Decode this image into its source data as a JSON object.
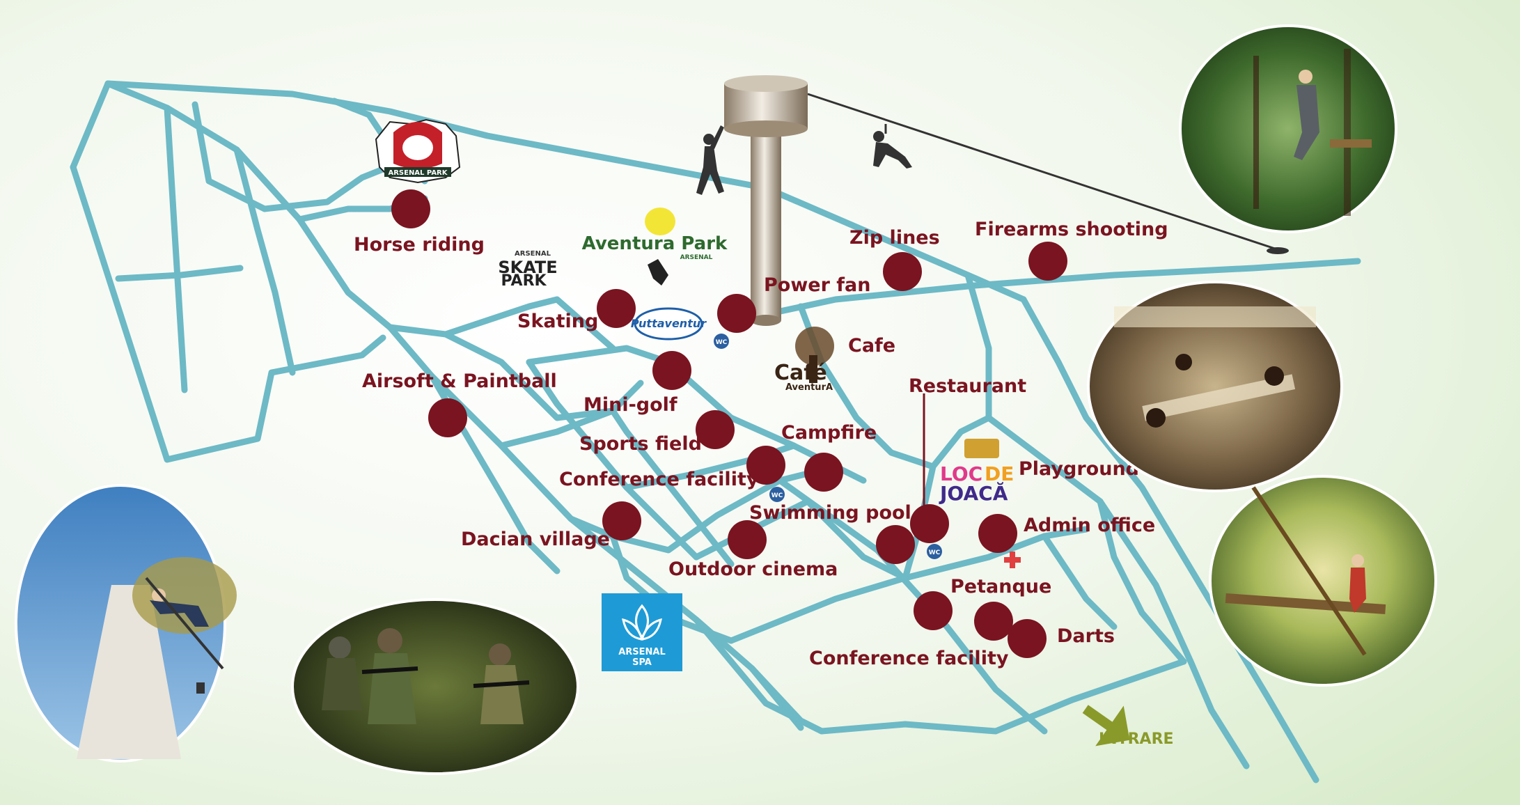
{
  "map": {
    "attractions": [
      {
        "id": "horse-riding",
        "label": "Horse riding"
      },
      {
        "id": "skating",
        "label": "Skating"
      },
      {
        "id": "power-fan",
        "label": "Power fan"
      },
      {
        "id": "zip-lines",
        "label": "Zip lines"
      },
      {
        "id": "firearms-shooting",
        "label": "Firearms shooting"
      },
      {
        "id": "cafe",
        "label": "Cafe"
      },
      {
        "id": "airsoft-paintball",
        "label": "Airsoft & Paintball"
      },
      {
        "id": "mini-golf",
        "label": "Mini-golf"
      },
      {
        "id": "restaurant",
        "label": "Restaurant"
      },
      {
        "id": "sports-field",
        "label": "Sports field"
      },
      {
        "id": "campfire",
        "label": "Campfire"
      },
      {
        "id": "playground",
        "label": "Playground"
      },
      {
        "id": "conference-facility-1",
        "label": "Conference facility"
      },
      {
        "id": "swimming-pool",
        "label": "Swimming pool"
      },
      {
        "id": "admin-office",
        "label": "Admin office"
      },
      {
        "id": "dacian-village",
        "label": "Dacian village"
      },
      {
        "id": "outdoor-cinema",
        "label": "Outdoor cinema"
      },
      {
        "id": "petanque",
        "label": "Petanque"
      },
      {
        "id": "darts",
        "label": "Darts"
      },
      {
        "id": "conference-facility-2",
        "label": "Conference facility"
      }
    ],
    "entrance": {
      "label": "INTRARE"
    },
    "wc_label": "WC",
    "logos": {
      "arsenal_park": "ARSENAL PARK",
      "skate_top": "ARSENAL",
      "skate_mid": "SKATE",
      "skate_bottom": "PARK",
      "aventura_title": "Aventura Park",
      "aventura_sub": "ARSENAL",
      "putt_title": "Puttaventur",
      "cafe_title": "Café",
      "cafe_sub": "AventurA",
      "loc_1": "LOC",
      "loc_2": "DE",
      "loc_3": "JOACĂ",
      "spa_1": "ARSENAL",
      "spa_2": "SPA"
    },
    "colors": {
      "road": "#6db9c6",
      "marker": "#7a1420",
      "label": "#7a1420",
      "entrance": "#8a9a2a",
      "wc": "#2b5fa0",
      "spa": "#1e9bd6"
    }
  }
}
